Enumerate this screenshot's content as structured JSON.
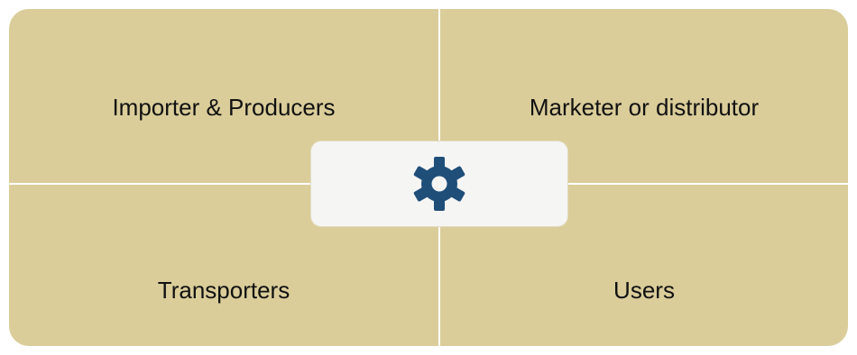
{
  "quadrants": {
    "top_left": {
      "label": "Importer & Producers"
    },
    "top_right": {
      "label": "Marketer or distributor"
    },
    "bottom_left": {
      "label": "Transporters"
    },
    "bottom_right": {
      "label": "Users"
    }
  },
  "center": {
    "icon": "gear-icon"
  },
  "colors": {
    "quadrant_fill": "#dacd9a",
    "center_fill": "#f5f5f4",
    "icon": "#1f4e79",
    "text": "#111111"
  }
}
